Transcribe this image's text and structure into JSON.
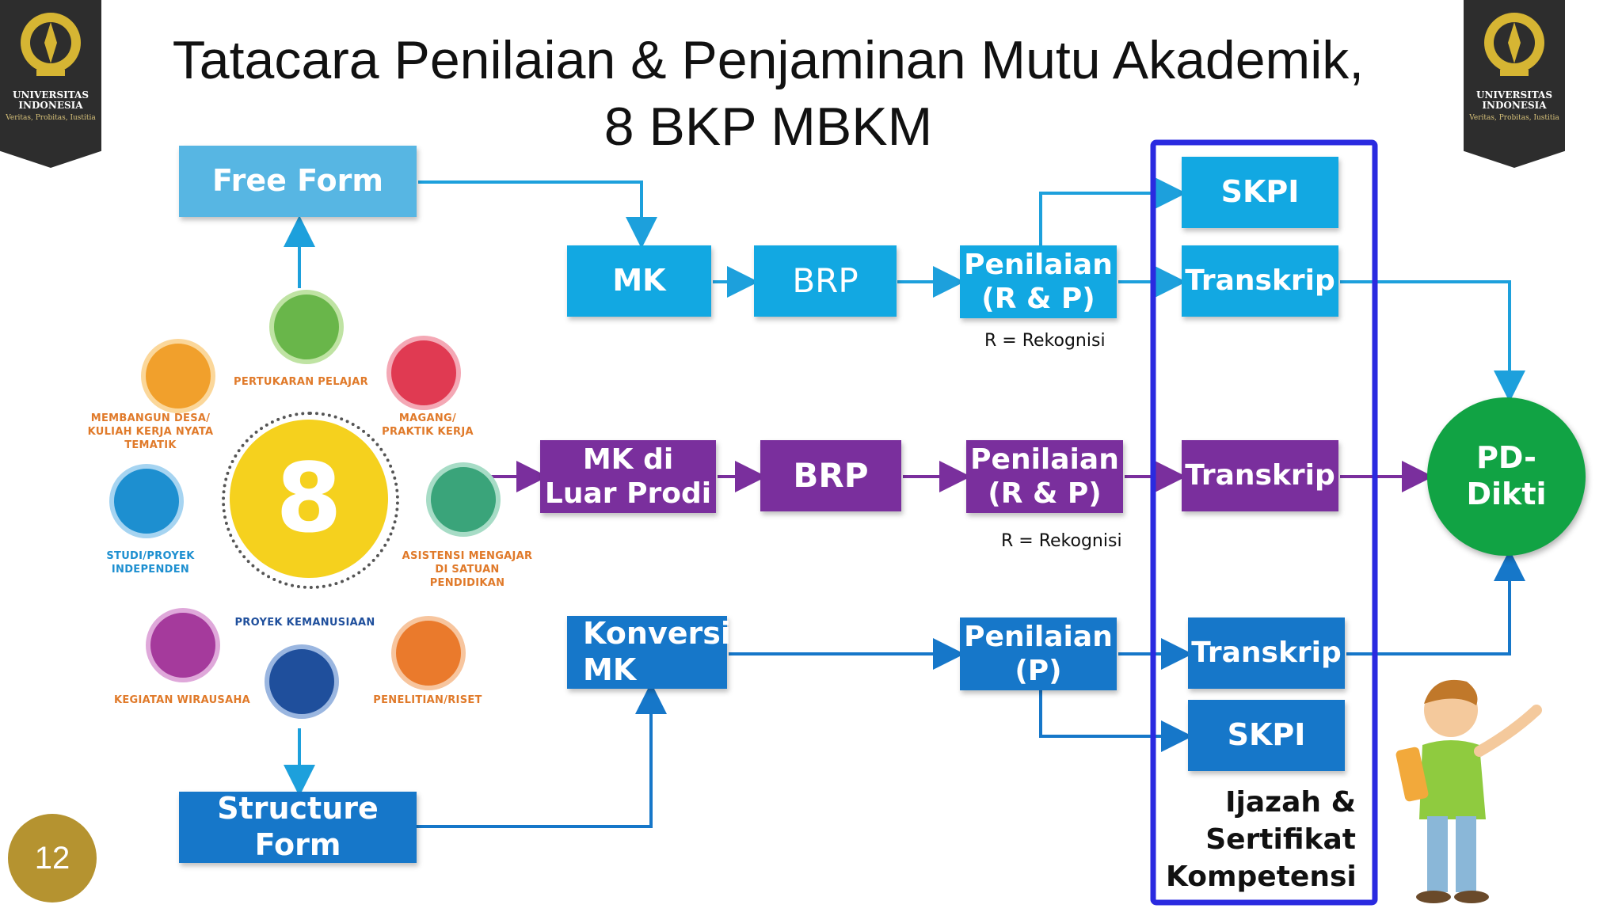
{
  "slide": {
    "title_line1": "Tatacara Penilaian & Penjaminan Mutu Akademik,",
    "title_line2": "8 BKP MBKM",
    "page_number": "12"
  },
  "logo": {
    "university": "UNIVERSITAS INDONESIA",
    "motto": "Veritas, Probitas, Iustitia"
  },
  "boxes": {
    "free_form": "Free Form",
    "structure_form": "Structure Form",
    "row1": {
      "mk": "MK",
      "brp": "BRP",
      "penilaian_l1": "Penilaian",
      "penilaian_l2": "(R & P)",
      "transkrip": "Transkrip",
      "skpi": "SKPI"
    },
    "row2": {
      "mk_l1": "MK di",
      "mk_l2": "Luar Prodi",
      "brp": "BRP",
      "penilaian_l1": "Penilaian",
      "penilaian_l2": "(R & P)",
      "transkrip": "Transkrip"
    },
    "row3": {
      "konversi_l1": "Konversi",
      "konversi_l2": "MK",
      "penilaian_l1": "Penilaian",
      "penilaian_l2": "(P)",
      "transkrip": "Transkrip",
      "skpi": "SKPI"
    },
    "pd_dikti_l1": "PD-",
    "pd_dikti_l2": "Dikti"
  },
  "notes": {
    "rekognisi_1": "R = Rekognisi",
    "rekognisi_2": "R = Rekognisi"
  },
  "outcome": {
    "line1": "Ijazah &",
    "line2": "Sertifikat",
    "line3": "Kompetensi"
  },
  "bkp": {
    "number": "8",
    "activities": {
      "pertukaran": "PERTUKARAN PELAJAR",
      "magang_l1": "MAGANG/",
      "magang_l2": "PRAKTIK KERJA",
      "asistensi_l1": "ASISTENSI MENGAJAR",
      "asistensi_l2": "DI SATUAN PENDIDIKAN",
      "penelitian": "PENELITIAN/RISET",
      "kemanusiaan": "PROYEK KEMANUSIAAN",
      "wirausaha": "KEGIATAN WIRAUSAHA",
      "studi_l1": "STUDI/PROYEK",
      "studi_l2": "INDEPENDEN",
      "desa_l1": "MEMBANGUN DESA/",
      "desa_l2": "KULIAH KERJA NYATA TEMATIK"
    }
  },
  "colors": {
    "cyan": "#12a8e2",
    "navy": "#1677c9",
    "purple": "#7a2f9d",
    "green": "#11a344",
    "highlight_border": "#2a2ae0",
    "page_badge": "#b59330"
  }
}
